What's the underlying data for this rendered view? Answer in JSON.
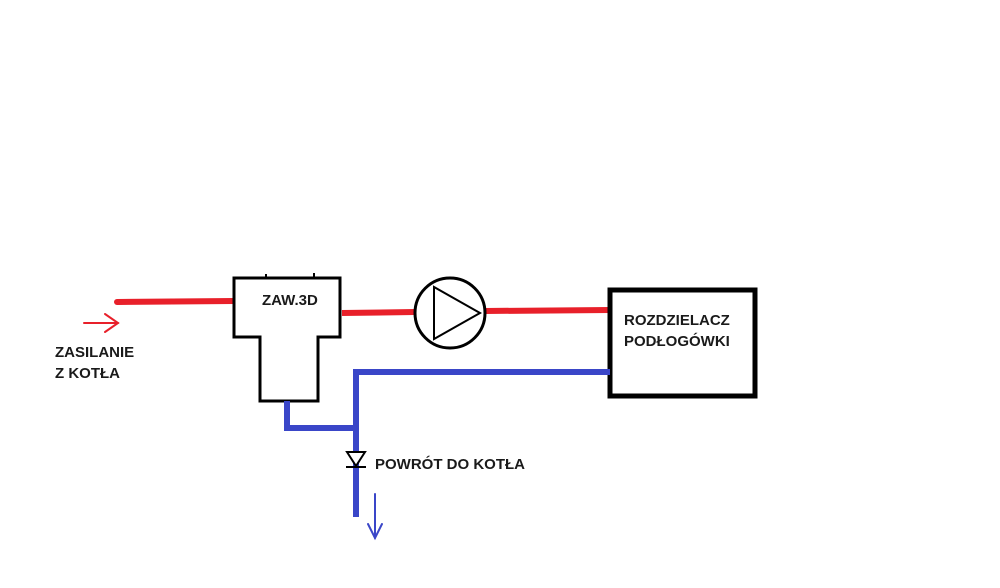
{
  "labels": {
    "supply_line1": "ZASILANIE",
    "supply_line2": "Z KOTŁA",
    "valve": "ZAW.3D",
    "manifold_line1": "ROZDZIELACZ",
    "manifold_line2": "PODŁOGÓWKI",
    "return": "POWRÓT DO KOTŁA"
  },
  "colors": {
    "supply_pipe": "#e8202a",
    "return_pipe": "#3a46c8",
    "outline": "#000000",
    "background": "#ffffff"
  },
  "icons": {
    "pump": "pump-icon",
    "check_valve": "check-valve-icon",
    "inflow_arrow": "arrow-right-icon",
    "outflow_arrow": "arrow-down-icon"
  }
}
